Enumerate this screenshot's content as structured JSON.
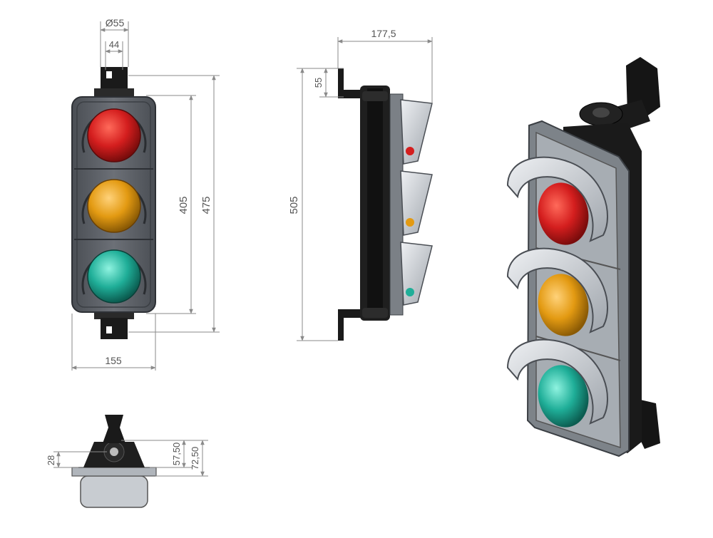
{
  "drawing": {
    "front_view": {
      "dimensions": {
        "lens_diameter": "Ø55",
        "bracket_width": "44",
        "housing_height": "405",
        "total_height": "475",
        "housing_width": "155"
      },
      "lamps": [
        {
          "color": "red",
          "fill": "#d41e1e"
        },
        {
          "color": "amber",
          "fill": "#e39a12"
        },
        {
          "color": "green",
          "fill": "#1fae98"
        }
      ]
    },
    "side_view": {
      "dimensions": {
        "total_depth": "177,5",
        "bracket_offset": "55",
        "total_height": "505"
      }
    },
    "bottom_view": {
      "dimensions": {
        "mount_offset": "28",
        "depth_a": "57,50",
        "depth_b": "72,50"
      }
    },
    "colors": {
      "housing": "#5c6066",
      "housing_light": "#8a9096",
      "bracket": "#1a1a1a",
      "visor": "#c9cdd2"
    }
  }
}
